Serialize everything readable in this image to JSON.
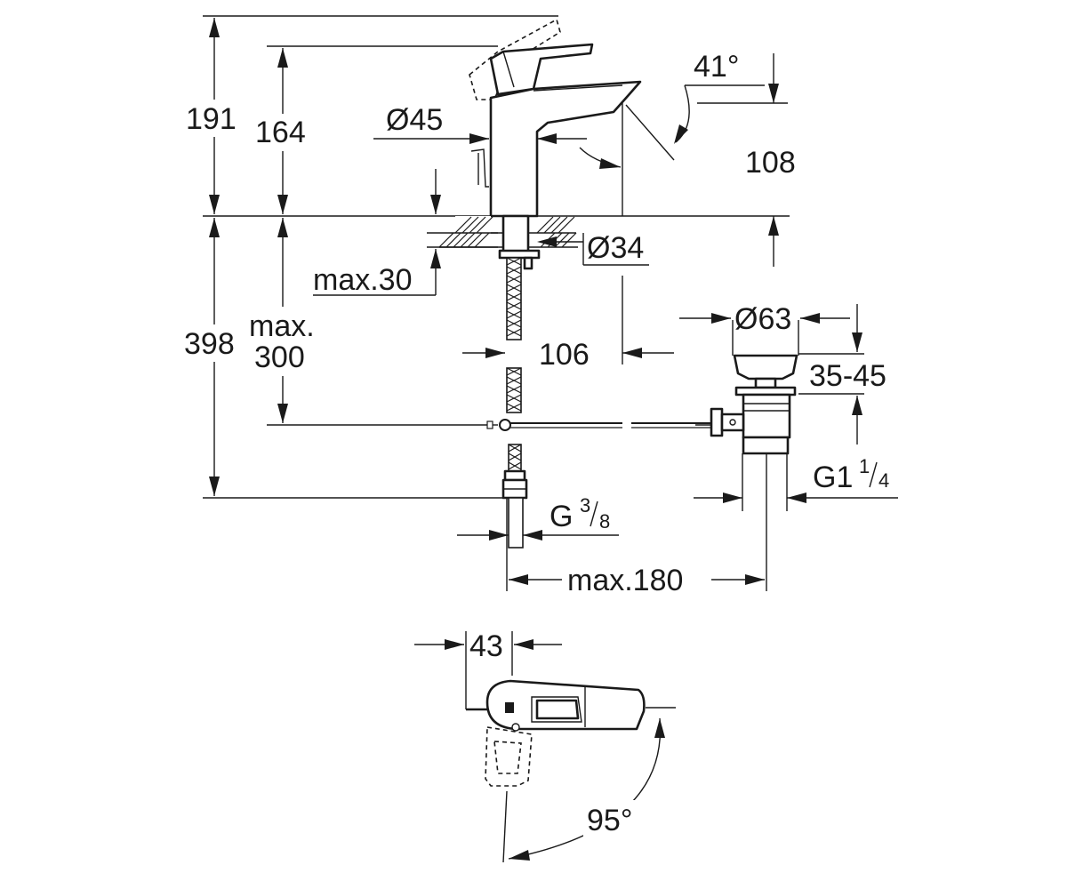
{
  "dimensions": {
    "total_height": "191",
    "spout_height": "164",
    "handle_angle": "41°",
    "base_diameter": "Ø45",
    "spout_reach": "108",
    "hole_diameter": "Ø34",
    "max_thickness": "max.30",
    "under_counter_height": "398",
    "pop_up_rod_label_line1": "max.",
    "pop_up_rod_label_line2": "300",
    "rod_offset": "106",
    "waste_diameter": "Ø63",
    "waste_range": "35-45",
    "waste_thread": "G1",
    "waste_thread_num": "1",
    "waste_thread_den": "4",
    "supply_thread": "G",
    "supply_thread_num": "3",
    "supply_thread_den": "8",
    "waste_distance": "max.180",
    "top_width": "43",
    "lever_rotation": "95°"
  },
  "colors": {
    "line": "#1a1a1a",
    "background": "#ffffff"
  }
}
